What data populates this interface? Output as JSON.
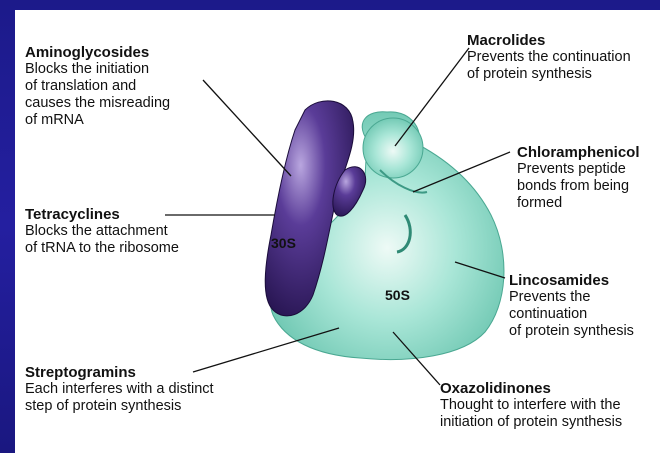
{
  "ribosome": {
    "small_subunit": "30S",
    "large_subunit": "50S"
  },
  "colors": {
    "small_subunit": "#3a2270",
    "large_subunit": "#8fdcca",
    "background": "#231f9a"
  },
  "antibiotics": [
    {
      "name": "Aminoglycosides",
      "effect": "Blocks the initiation\nof translation and\ncauses the misreading\nof mRNA"
    },
    {
      "name": "Tetracyclines",
      "effect": "Blocks the attachment\nof tRNA to the ribosome"
    },
    {
      "name": "Streptogramins",
      "effect": "Each interferes with a distinct\nstep of protein synthesis"
    },
    {
      "name": "Macrolides",
      "effect": "Prevents the continuation\nof protein synthesis"
    },
    {
      "name": "Chloramphenicol",
      "effect": "Prevents peptide\nbonds from being\nformed"
    },
    {
      "name": "Lincosamides",
      "effect": "Prevents the\ncontinuation\nof protein synthesis"
    },
    {
      "name": "Oxazolidinones",
      "effect": "Thought to interfere with the\ninitiation of protein synthesis"
    }
  ]
}
